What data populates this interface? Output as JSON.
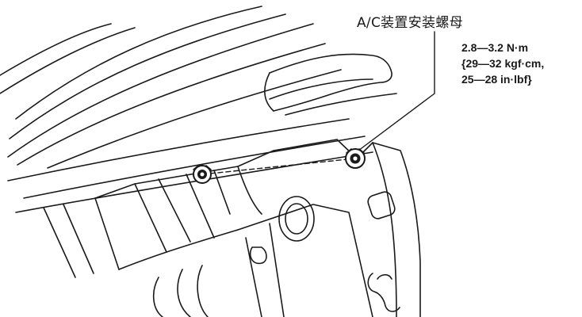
{
  "callout": {
    "part_label": "A/C装置安装螺母",
    "torque_lines": [
      "2.8—3.2 N·m",
      "{29—32 kgf·cm,",
      "25—28 in·lbf}"
    ]
  },
  "colors": {
    "line": "#1a1a1a",
    "background": "#ffffff"
  },
  "icons": {
    "left_fastener": "nut-icon",
    "right_fastener": "nut-icon"
  }
}
